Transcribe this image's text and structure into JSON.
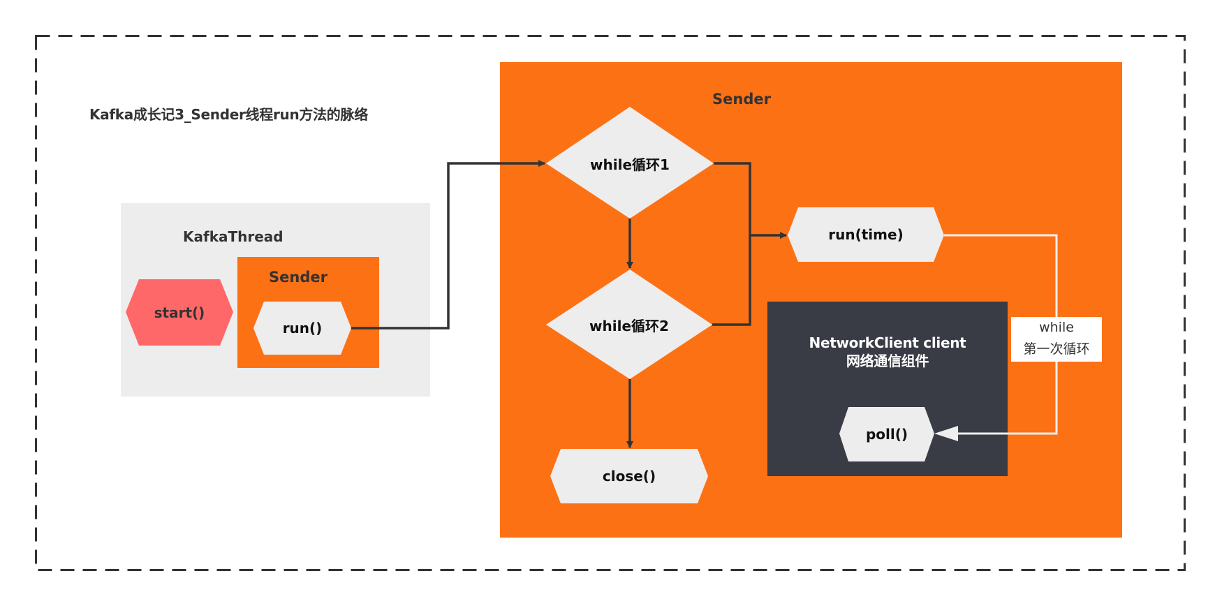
{
  "title": "Kafka成长记3_Sender线程run方法的脉络",
  "colors": {
    "sender_orange": "#fd7115",
    "kafka_thread_gray": "#ededed",
    "start_red": "#ff6868",
    "node_light": "#ededed",
    "network_client_dark": "#393c45",
    "connector_dark": "#333333",
    "loop_line_light": "#eeeeee"
  },
  "kafka_thread": {
    "label": "KafkaThread",
    "start_node": "start()",
    "inner_sender": {
      "label": "Sender",
      "run_node": "run()"
    }
  },
  "sender": {
    "label": "Sender",
    "while1": "while循环1",
    "while2": "while循环2",
    "close_node": "close()",
    "run_time_node": "run(time)",
    "network_client": {
      "line1": "NetworkClient client",
      "line2": "网络通信组件",
      "poll_node": "poll()"
    }
  },
  "loop_annotation": {
    "line1": "while",
    "line2": "第一次循环"
  },
  "edges": [
    {
      "from": "run()",
      "to": "while循环1"
    },
    {
      "from": "while循环1",
      "to": "while循环2"
    },
    {
      "from": "while循环1",
      "to": "run(time)"
    },
    {
      "from": "while循环2",
      "to": "run(time)"
    },
    {
      "from": "while循环2",
      "to": "close()"
    },
    {
      "from": "run(time)",
      "to": "poll()",
      "label": "while 第一次循环"
    }
  ]
}
